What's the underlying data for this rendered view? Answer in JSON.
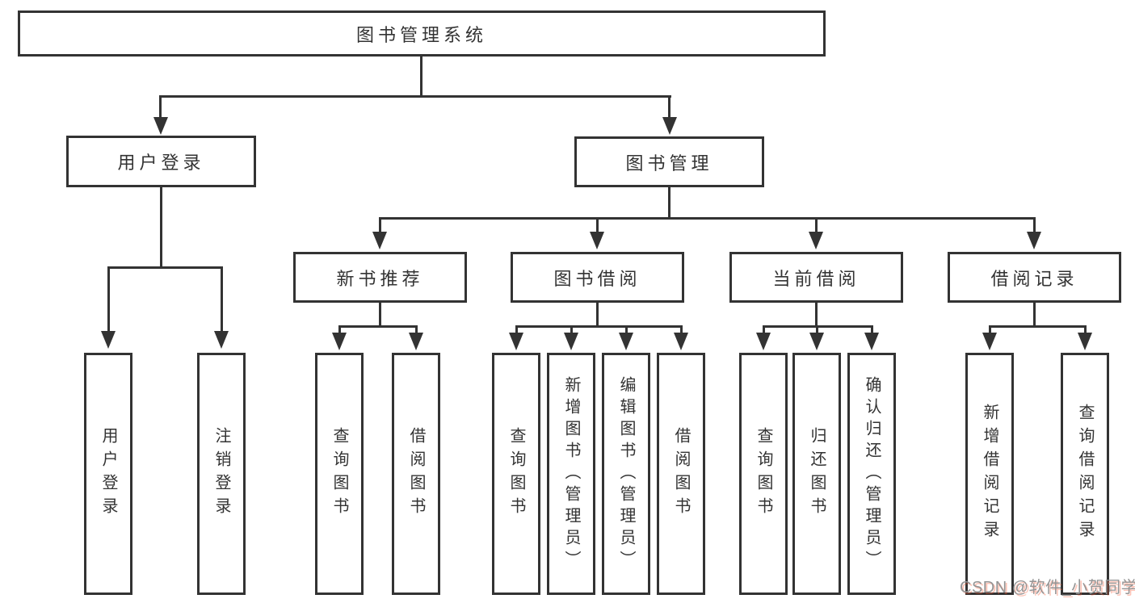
{
  "diagram": {
    "root": {
      "label": "图书管理系统"
    },
    "level2": {
      "user_login": {
        "label": "用户登录"
      },
      "book_management": {
        "label": "图书管理"
      }
    },
    "level3": {
      "new_book_recommend": {
        "label": "新书推荐"
      },
      "book_borrow": {
        "label": "图书借阅"
      },
      "current_borrow": {
        "label": "当前借阅"
      },
      "borrow_records": {
        "label": "借阅记录"
      }
    },
    "leaves": {
      "user_login": {
        "label": "用户登录"
      },
      "logout": {
        "label": "注销登录"
      },
      "recommend_query_book": {
        "label": "查询图书"
      },
      "recommend_borrow_book": {
        "label": "借阅图书"
      },
      "borrow_query_book": {
        "label": "查询图书"
      },
      "borrow_add_book_admin": {
        "label": "新增图书（管理员）"
      },
      "borrow_edit_book_admin": {
        "label": "编辑图书（管理员）"
      },
      "borrow_borrow_book": {
        "label": "借阅图书"
      },
      "current_query_book": {
        "label": "查询图书"
      },
      "current_return_book": {
        "label": "归还图书"
      },
      "current_confirm_return_admin": {
        "label": "确认归还（管理员）"
      },
      "records_add_borrow_record": {
        "label": "新增借阅记录"
      },
      "records_query_borrow_record": {
        "label": "查询借阅记录"
      }
    }
  },
  "watermark": {
    "text": "CSDN @软件_小贺同学"
  },
  "colors": {
    "line": "#333333",
    "box_border": "#333333",
    "text": "#333333",
    "background": "#ffffff",
    "watermark_gray": "#949494",
    "watermark_red": "#fc5531"
  }
}
